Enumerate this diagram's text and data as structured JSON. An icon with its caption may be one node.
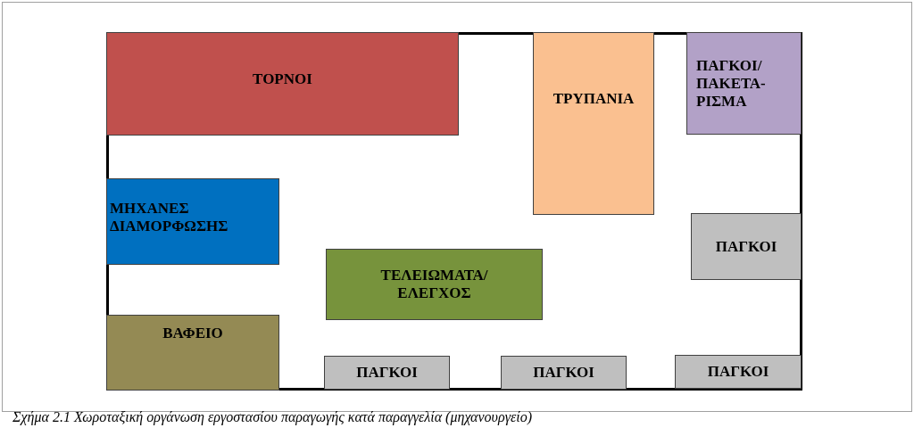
{
  "diagram": {
    "caption": "Σχήμα 2.1 Χωροταξική οργάνωση εργοστασίου παραγωγής κατά παραγγελία (μηχανουργείο)",
    "nodes": [
      {
        "text": [],
        "shape": "box"
      },
      {
        "text": [
          "ΤΟΡΝΟΙ"
        ],
        "in": 0
      },
      {
        "text": [
          "ΤΡΥΠΑΝΙΑ"
        ],
        "in": 0
      },
      {
        "text": [
          "ΠΑΓΚΟΙ/ ΠΑΚΕΤΑ- ΡΙΣΜΑ"
        ],
        "in": 0
      },
      {
        "text": [
          "ΜΗΧΑΝΕΣ ΔΙΑΜΟΡΦΩΣΗΣ"
        ],
        "in": 0
      },
      {
        "text": [
          "ΠΑΓΚΟΙ"
        ],
        "in": 0
      },
      {
        "text": [
          "ΤΕΛΕΙΩΜΑΤΑ/ ΕΛΕΓΧΟΣ"
        ],
        "in": 0
      },
      {
        "text": [
          "ΒΑΦΕΙΟ"
        ],
        "in": 0
      },
      {
        "text": [
          "ΠΑΓΚΟΙ"
        ],
        "in": 0
      },
      {
        "text": [
          "ΠΑΓΚΟΙ"
        ],
        "in": 0
      },
      {
        "text": [
          "ΠΑΓΚΟΙ"
        ],
        "in": 0
      }
    ],
    "edges": []
  }
}
